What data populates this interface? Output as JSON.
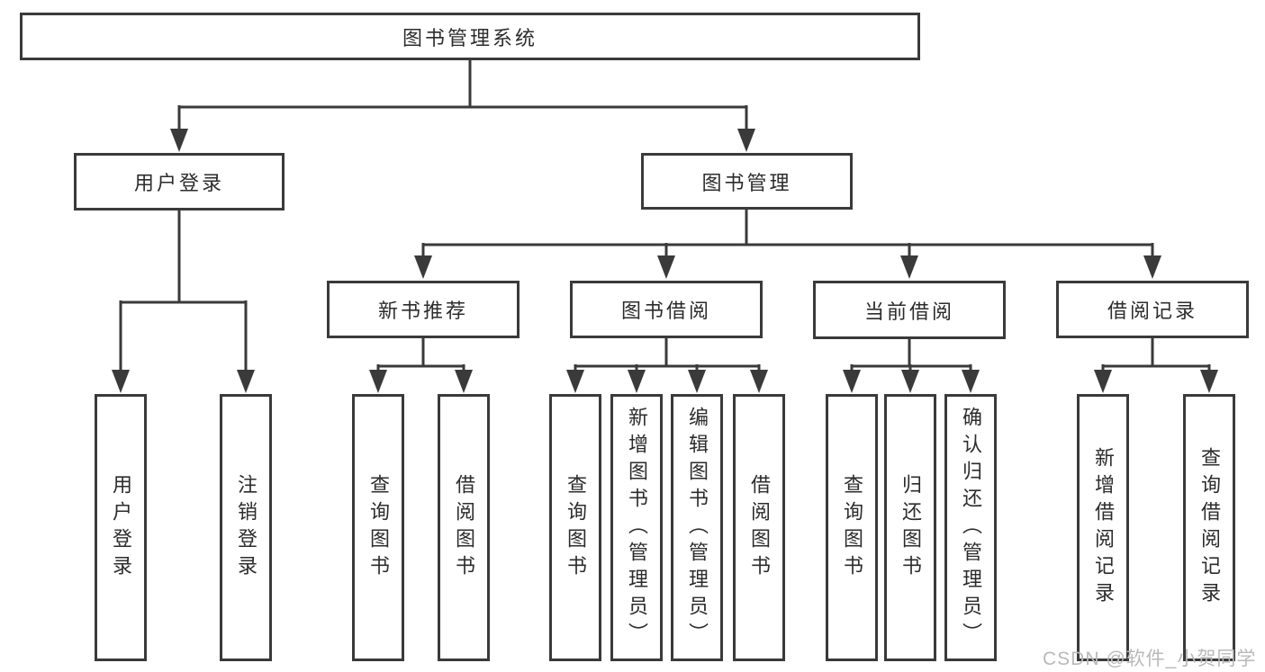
{
  "nodes": {
    "root": "图书管理系统",
    "user_login": "用户登录",
    "book_mgmt": "图书管理",
    "new_book_rec": "新书推荐",
    "book_borrow": "图书借阅",
    "current_borrow": "当前借阅",
    "borrow_records": "借阅记录",
    "ul_leaf_login": "用户登录",
    "ul_leaf_logout": "注销登录",
    "nbr_leaf_query": "查询图书",
    "nbr_leaf_borrow": "借阅图书",
    "bb_leaf_query": "查询图书",
    "bb_leaf_add": "新增图书（管理员）",
    "bb_leaf_edit": "编辑图书（管理员）",
    "bb_leaf_borrow": "借阅图书",
    "cb_leaf_query": "查询图书",
    "cb_leaf_return": "归还图书",
    "cb_leaf_confirm": "确认归还（管理员）",
    "br_leaf_add": "新增借阅记录",
    "br_leaf_query": "查询借阅记录"
  },
  "watermark": "CSDN @软件_小贺同学",
  "colors": {
    "line": "#3a3a3a",
    "text": "#2c2c2c",
    "background": "#ffffff",
    "watermark": "#b9b9b9"
  }
}
